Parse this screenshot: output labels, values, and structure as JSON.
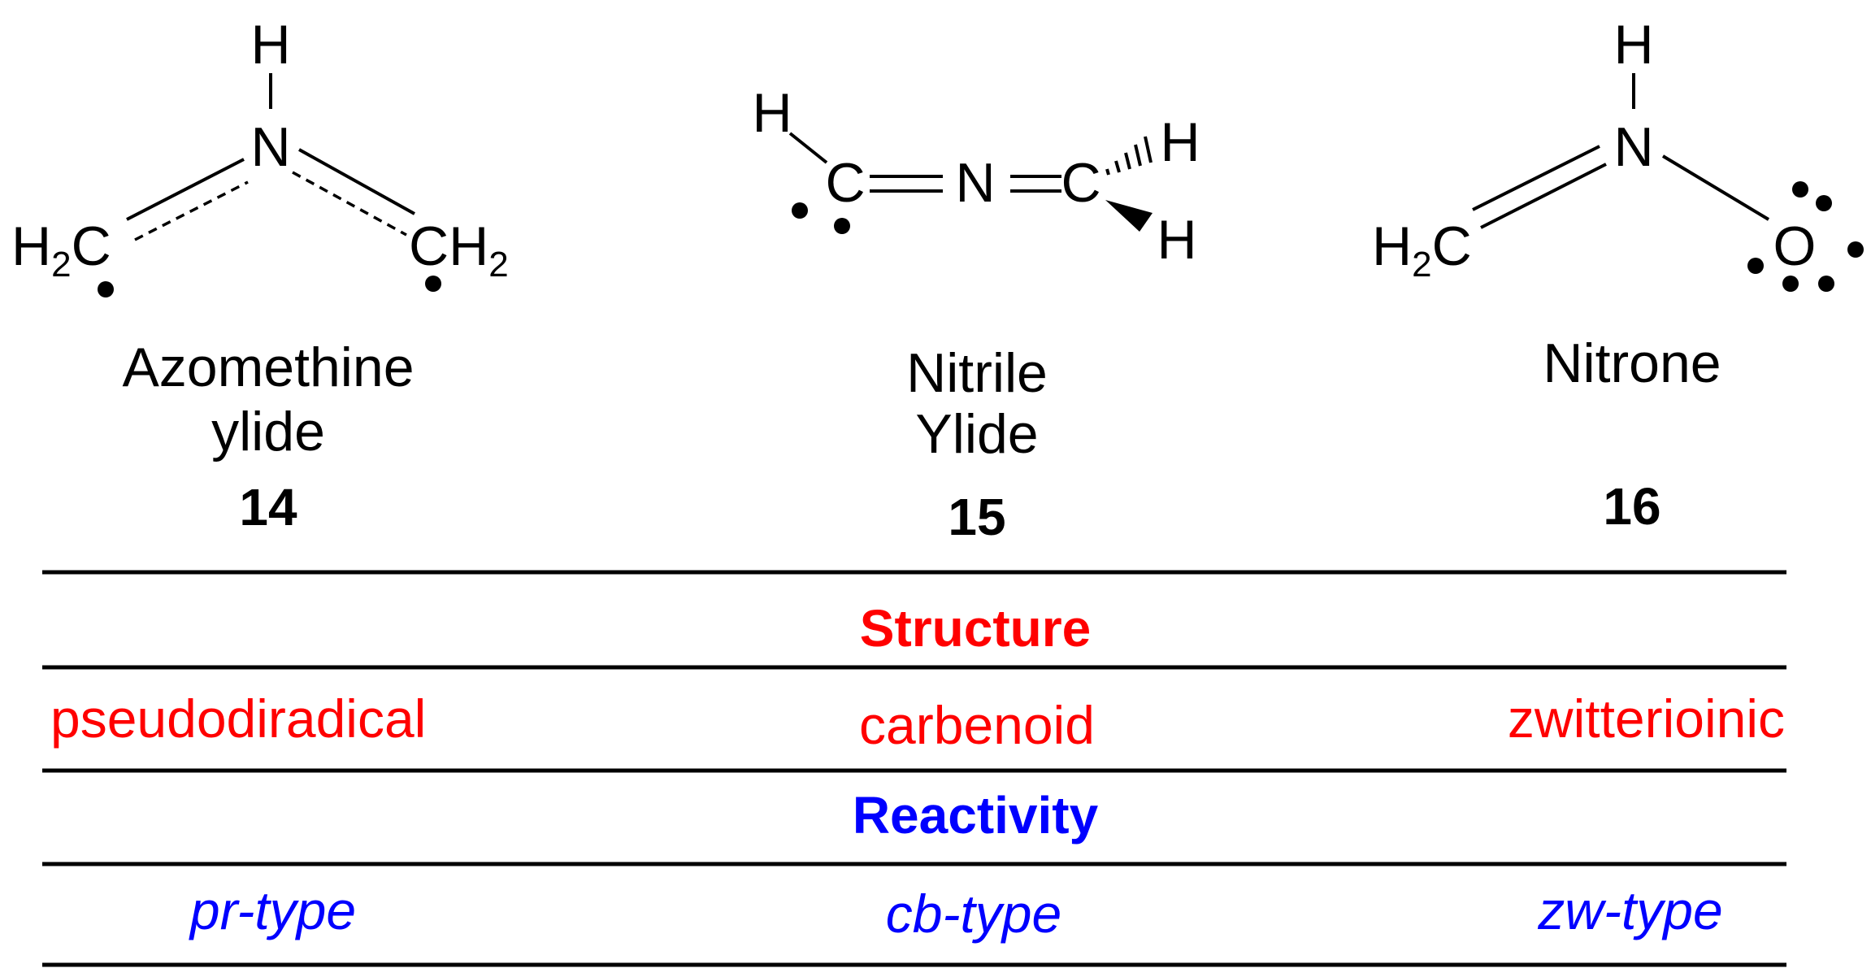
{
  "molecules": [
    {
      "name_line1": "Azomethine",
      "name_line2": "ylide",
      "number": "14",
      "atoms": {
        "top_h": "H",
        "n": "N",
        "left_h": "H",
        "left_sub": "2",
        "left_c": "C",
        "right_c": "CH",
        "right_sub": "2"
      }
    },
    {
      "name_line1": "Nitrile",
      "name_line2": "Ylide",
      "number": "15",
      "atoms": {
        "h_left": "H",
        "c_left": "C",
        "n": "N",
        "c_right": "C",
        "h_top": "H",
        "h_bottom": "H"
      }
    },
    {
      "name_line1": "Nitrone",
      "number": "16",
      "atoms": {
        "top_h": "H",
        "n": "N",
        "left_h": "H",
        "left_sub": "2",
        "left_c": "C",
        "o": "O"
      }
    }
  ],
  "table": {
    "structure_header": "Structure",
    "structure_values": [
      "pseudodiradical",
      "carbenoid",
      "zwitterioinic"
    ],
    "reactivity_header": "Reactivity",
    "reactivity_values": [
      "pr-type",
      "cb-type",
      "zw-type"
    ]
  },
  "colors": {
    "structure": "#ff0000",
    "reactivity": "#0000ff",
    "text": "#000000"
  }
}
